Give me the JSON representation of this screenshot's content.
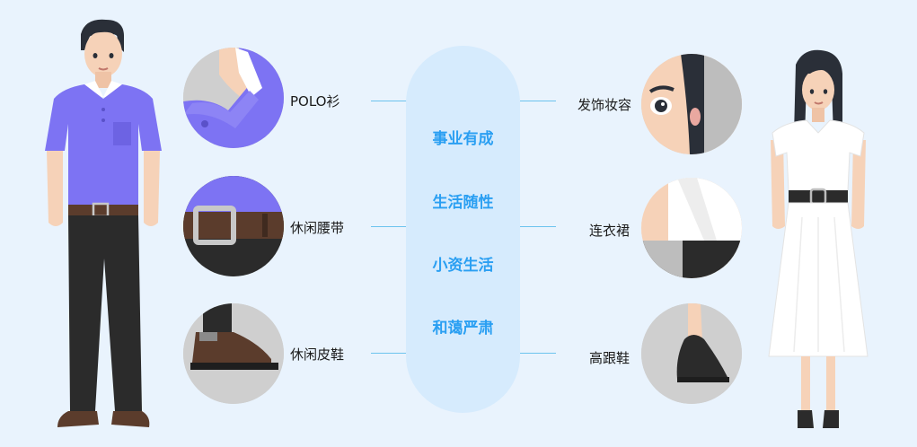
{
  "male_items": [
    {
      "label": "POLO衫",
      "icon": "polo-collar-icon"
    },
    {
      "label": "休闲腰带",
      "icon": "belt-buckle-icon"
    },
    {
      "label": "休闲皮鞋",
      "icon": "leather-shoe-icon"
    }
  ],
  "female_items": [
    {
      "label": "发饰妆容",
      "icon": "hair-makeup-icon"
    },
    {
      "label": "连衣裙",
      "icon": "dress-strap-icon"
    },
    {
      "label": "高跟鞋",
      "icon": "high-heel-icon"
    }
  ],
  "center_tags": [
    "事业有成",
    "生活随性",
    "小资生活",
    "和蔼严肃"
  ],
  "colors": {
    "background": "#e9f3fd",
    "pill": "#d6ebfd",
    "tag_text": "#2a9ff2",
    "connector": "#6cc3ee",
    "polo": "#7d73f3",
    "pants": "#2b2b2b",
    "dress": "#ffffff"
  }
}
